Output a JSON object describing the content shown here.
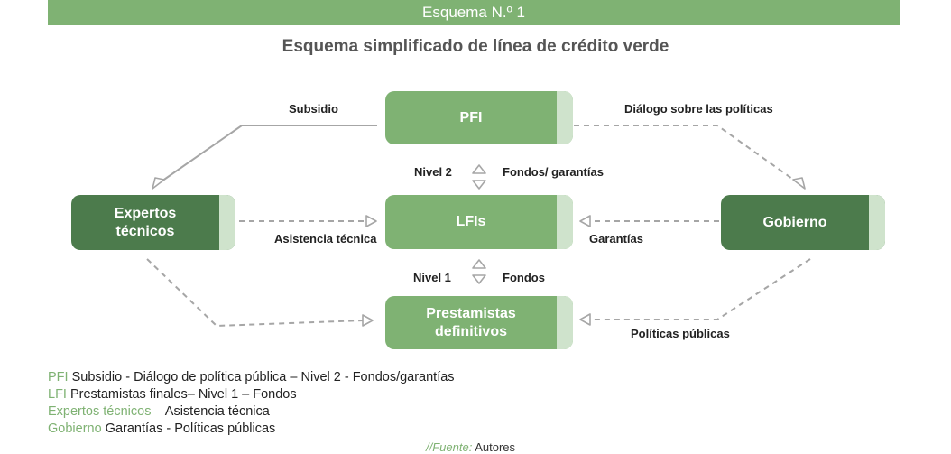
{
  "header": {
    "title": "Esquema N.º 1"
  },
  "diagram": {
    "title": "Esquema simplificado de línea de crédito verde",
    "nodes": {
      "pfi": "PFI",
      "lfis": "LFIs",
      "prestamistas": "Prestamistas\ndefinitivos",
      "expertos": "Expertos\ntécnicos",
      "gobierno": "Gobierno"
    },
    "edges": {
      "subsidio": "Subsidio",
      "dialogo": "Diálogo sobre las políticas",
      "nivel2": "Nivel 2",
      "fondos_garantias": "Fondos/ garantías",
      "asistencia": "Asistencia técnica",
      "garantias": "Garantías",
      "nivel1": "Nivel 1",
      "fondos": "Fondos",
      "politicas": "Políticas públicas"
    },
    "colors": {
      "light_green": "#7fb273",
      "dark_green": "#4c7b4c",
      "tab": "#cfe3cc",
      "arrow_gray": "#a6a6a6"
    }
  },
  "legend": [
    {
      "key": "PFI",
      "text": " Subsidio - Diálogo de política pública – Nivel 2 - Fondos/garantías"
    },
    {
      "key": "LFI",
      "text": "  Prestamistas finales– Nivel 1 – Fondos"
    },
    {
      "key": "Expertos técnicos",
      "text": "    Asistencia técnica"
    },
    {
      "key": "Gobierno",
      "text": " Garantías - Políticas públicas"
    }
  ],
  "source": {
    "key": "//Fuente:",
    "text": " Autores"
  }
}
